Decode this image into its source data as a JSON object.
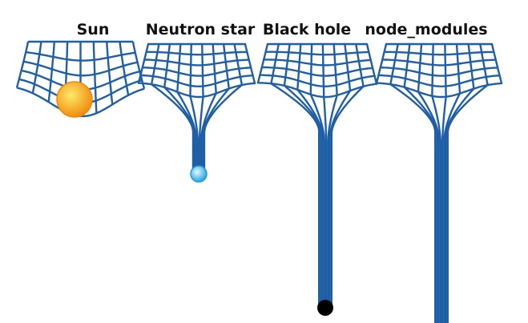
{
  "panels": [
    {
      "label": "Sun"
    },
    {
      "label": "Neutron star"
    },
    {
      "label": "Black hole"
    },
    {
      "label": "node_modules"
    }
  ],
  "colors": {
    "grid": "#1f5fa6",
    "sun_outer": "#f08a0a",
    "sun_inner": "#ffe96a",
    "neutron_outer": "#1a9fe0",
    "neutron_inner": "#e8f8ff",
    "black_hole": "#000000",
    "label": "#111111",
    "background": "#ffffff"
  },
  "depiction": {
    "grid_icon": "spacetime-grid-icon",
    "objects": [
      "sun-icon",
      "neutron-star-icon",
      "black-hole-icon"
    ]
  }
}
